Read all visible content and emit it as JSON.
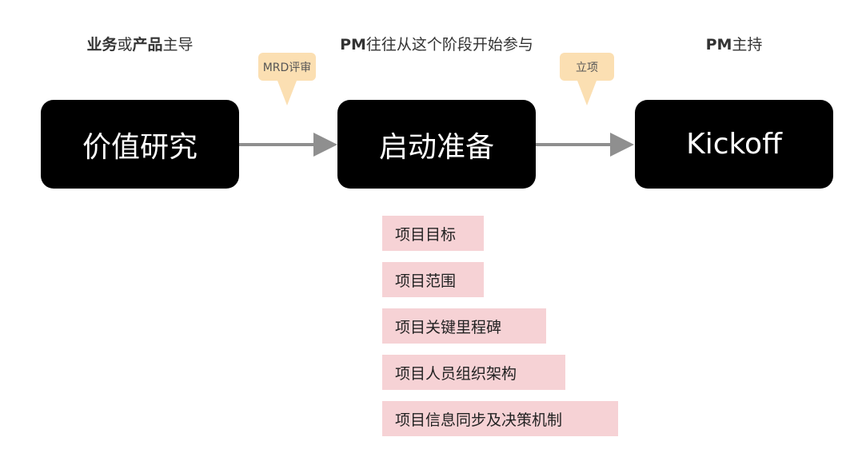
{
  "headers": {
    "value_research": {
      "bold_a": "业务",
      "normal_a": "或",
      "bold_b": "产品",
      "normal_b": "主导"
    },
    "kickoff_prep": {
      "bold": "PM",
      "normal": "往往从这个阶段开始参与"
    },
    "kickoff": {
      "bold": "PM",
      "normal": "主持"
    }
  },
  "stages": [
    "价值研究",
    "启动准备",
    "Kickoff"
  ],
  "callouts": [
    "MRD评审",
    "立项"
  ],
  "tasks": [
    "项目目标",
    "项目范围",
    "项目关键里程碑",
    "项目人员组织架构",
    "项目信息同步及决策机制"
  ],
  "colors": {
    "stage_bg": "#000000",
    "arrow": "#8f8f8f",
    "callout_bg": "#fbdfb2",
    "task_bg": "#f6d2d5"
  }
}
